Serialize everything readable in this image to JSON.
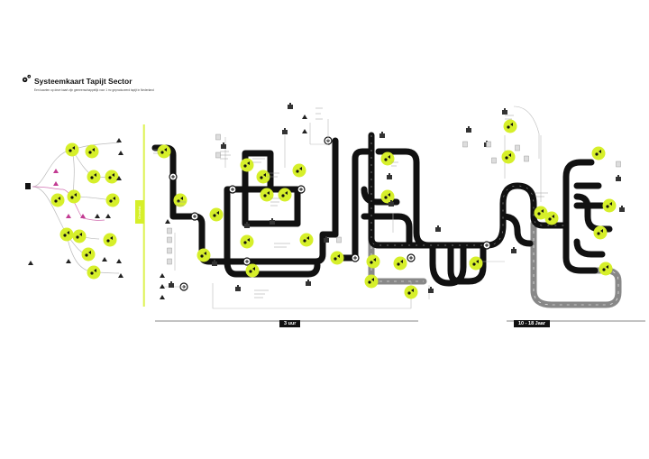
{
  "header": {
    "title": "Systeemkaart Tapijt Sector",
    "subtitle": "Een kaarten op deze kaart zijn gemeenschappelijk voor 1 m² geproduceerd tapijt in Nederland"
  },
  "timeline": {
    "short_label": "3 uur",
    "long_label": "10 - 18 Jaar"
  },
  "side_tag": "Grondst."
}
